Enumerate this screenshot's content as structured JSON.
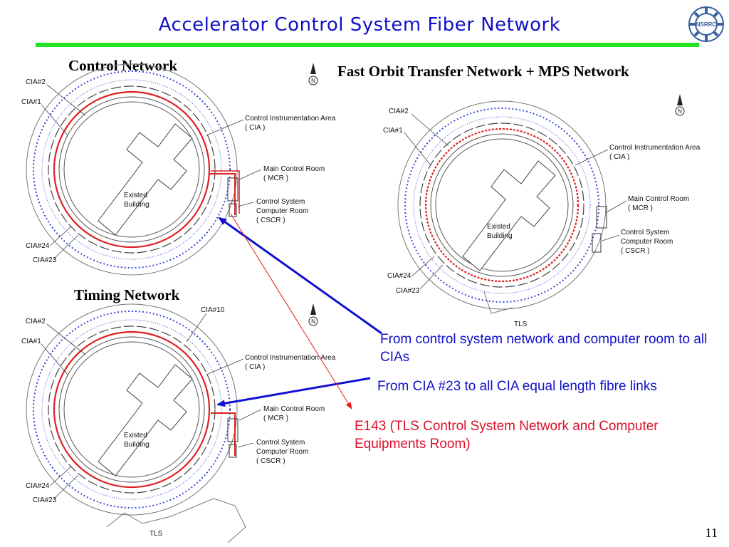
{
  "slide": {
    "title": "Accelerator Control System Fiber Network",
    "logo_text": "NSRRC",
    "page_number": "11"
  },
  "colors": {
    "title": "#1010c8",
    "rule": "#22e022",
    "fiber_red": "#e02020",
    "arrow_blue": "#1010d0",
    "lattice_blue": "#3a4ad8"
  },
  "diagrams": [
    {
      "heading": "Control Network",
      "labels": {
        "cia2": "CIA#2",
        "cia1": "CIA#1",
        "cia24": "CIA#24",
        "cia23": "CIA#23",
        "cia_area_1": "Control Instrumentation Area",
        "cia_area_2": "( CIA )",
        "mcr_1": "Main Control Room",
        "mcr_2": "( MCR )",
        "cscr_1": "Control System",
        "cscr_2": "Computer Room",
        "cscr_3": "( CSCR )",
        "building_1": "Existed",
        "building_2": "Building",
        "north": "N"
      }
    },
    {
      "heading": "Timing Network",
      "labels": {
        "cia10": "CIA#10",
        "cia2": "CIA#2",
        "cia1": "CIA#1",
        "cia24": "CIA#24",
        "cia23": "CIA#23",
        "cia_area_1": "Control Instrumentation Area",
        "cia_area_2": "( CIA )",
        "mcr_1": "Main Control Room",
        "mcr_2": "( MCR )",
        "cscr_1": "Control System",
        "cscr_2": "Computer Room",
        "cscr_3": "( CSCR )",
        "building_1": "Existed",
        "building_2": "Building",
        "tls": "TLS",
        "north": "N"
      }
    },
    {
      "heading": "Fast Orbit Transfer Network + MPS Network",
      "labels": {
        "cia2": "CIA#2",
        "cia1": "CIA#1",
        "cia24": "CIA#24",
        "cia23": "CIA#23",
        "cia_area_1": "Control Instrumentation Area",
        "cia_area_2": "( CIA )",
        "mcr_1": "Main Control Room",
        "mcr_2": "( MCR )",
        "cscr_1": "Control System",
        "cscr_2": "Computer Room",
        "cscr_3": "( CSCR )",
        "building_1": "Existed",
        "building_2": "Building",
        "tls": "TLS",
        "north": "N"
      }
    }
  ],
  "annotations": {
    "control": "From control system network and computer room to all CIAs",
    "timing": "From CIA #23 to all CIA equal length fibre links",
    "e143": "E143 (TLS Control System Network and Computer Equipments Room)"
  }
}
